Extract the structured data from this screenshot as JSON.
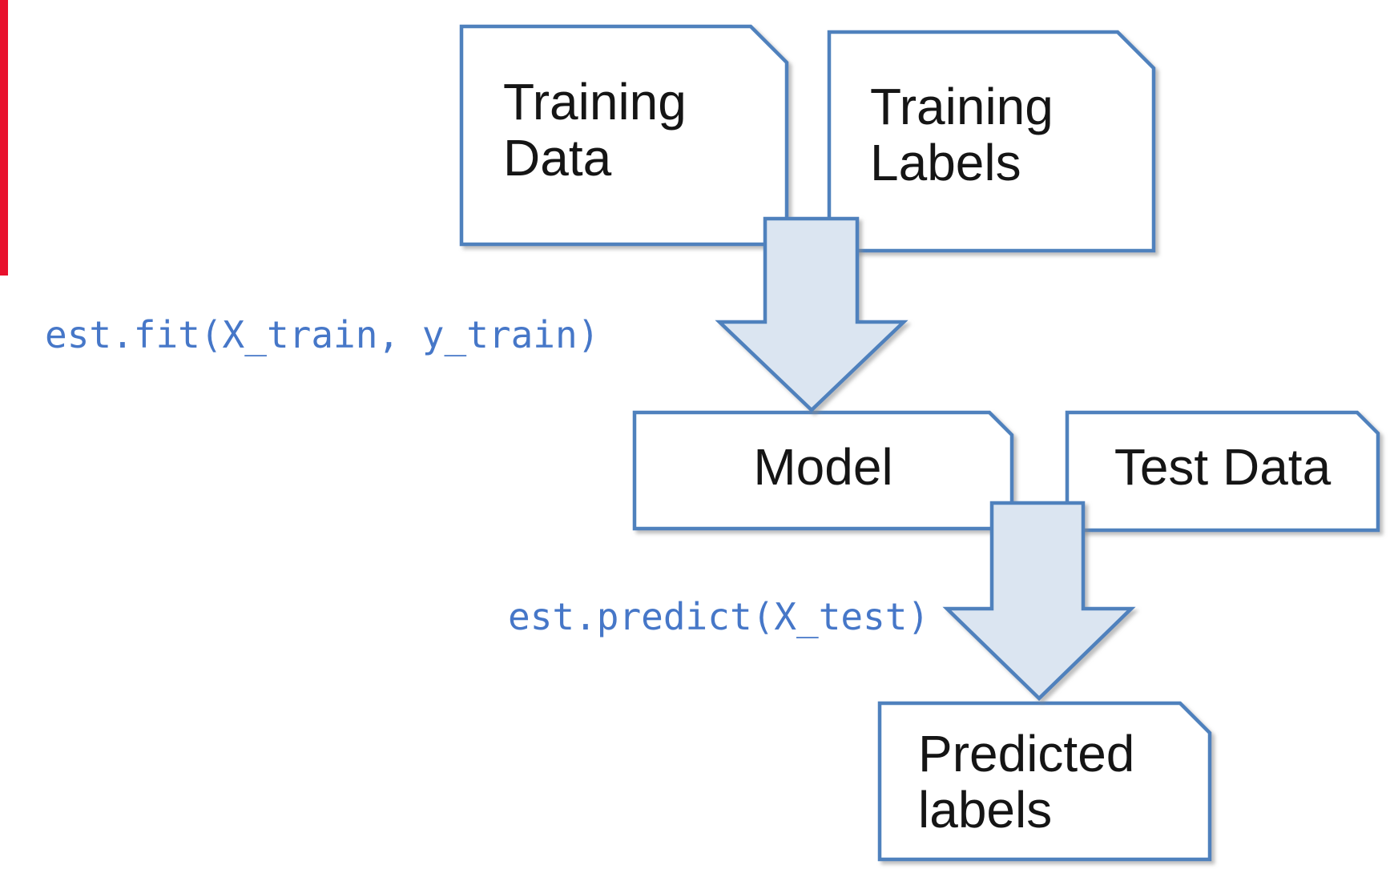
{
  "diagram": {
    "boxes": {
      "training_data": {
        "line1": "Training",
        "line2": "Data"
      },
      "training_labels": {
        "line1": "Training",
        "line2": "Labels"
      },
      "model": {
        "line1": "Model"
      },
      "test_data": {
        "line1": "Test Data"
      },
      "predicted_labels": {
        "line1": "Predicted",
        "line2": "labels"
      }
    },
    "code_annotations": {
      "fit": "est.fit(X_train, y_train)",
      "predict": "est.predict(X_test)"
    },
    "colors": {
      "box_border_blue": "#4f81bd",
      "arrow_fill_blue": "#dbe5f1",
      "code_text_blue": "#4677c8",
      "label_text": "#151515",
      "red_accent": "#e8112d",
      "background": "#ffffff"
    }
  }
}
